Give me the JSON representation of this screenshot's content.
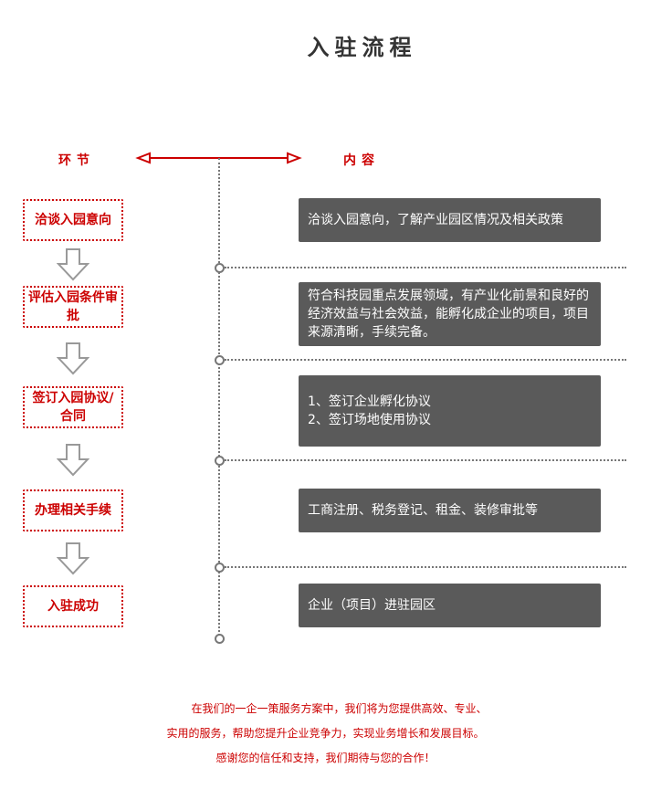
{
  "title": "入驻流程",
  "header": {
    "left": "环节",
    "right": "内容"
  },
  "steps": [
    {
      "label": "洽谈入园意向",
      "content": "洽谈入园意向，了解产业园区情况及相关政策"
    },
    {
      "label": "评估入园条件审批",
      "content": "符合科技园重点发展领域，有产业化前景和良好的经济效益与社会效益，能孵化成企业的项目，项目来源清晰，手续完备。"
    },
    {
      "label": "签订入园协议/合同",
      "content": "1、签订企业孵化协议\n2、签订场地使用协议"
    },
    {
      "label": "办理相关手续",
      "content": "工商注册、税务登记、租金、装修审批等"
    },
    {
      "label": "入驻成功",
      "content": "企业（项目）进驻园区"
    }
  ],
  "footer": [
    "在我们的一企一策服务方案中，我们将为您提供高效、专业、",
    "实用的服务，帮助您提升企业竞争力，实现业务增长和发展目标。",
    "感谢您的信任和支持，我们期待与您的合作！"
  ]
}
